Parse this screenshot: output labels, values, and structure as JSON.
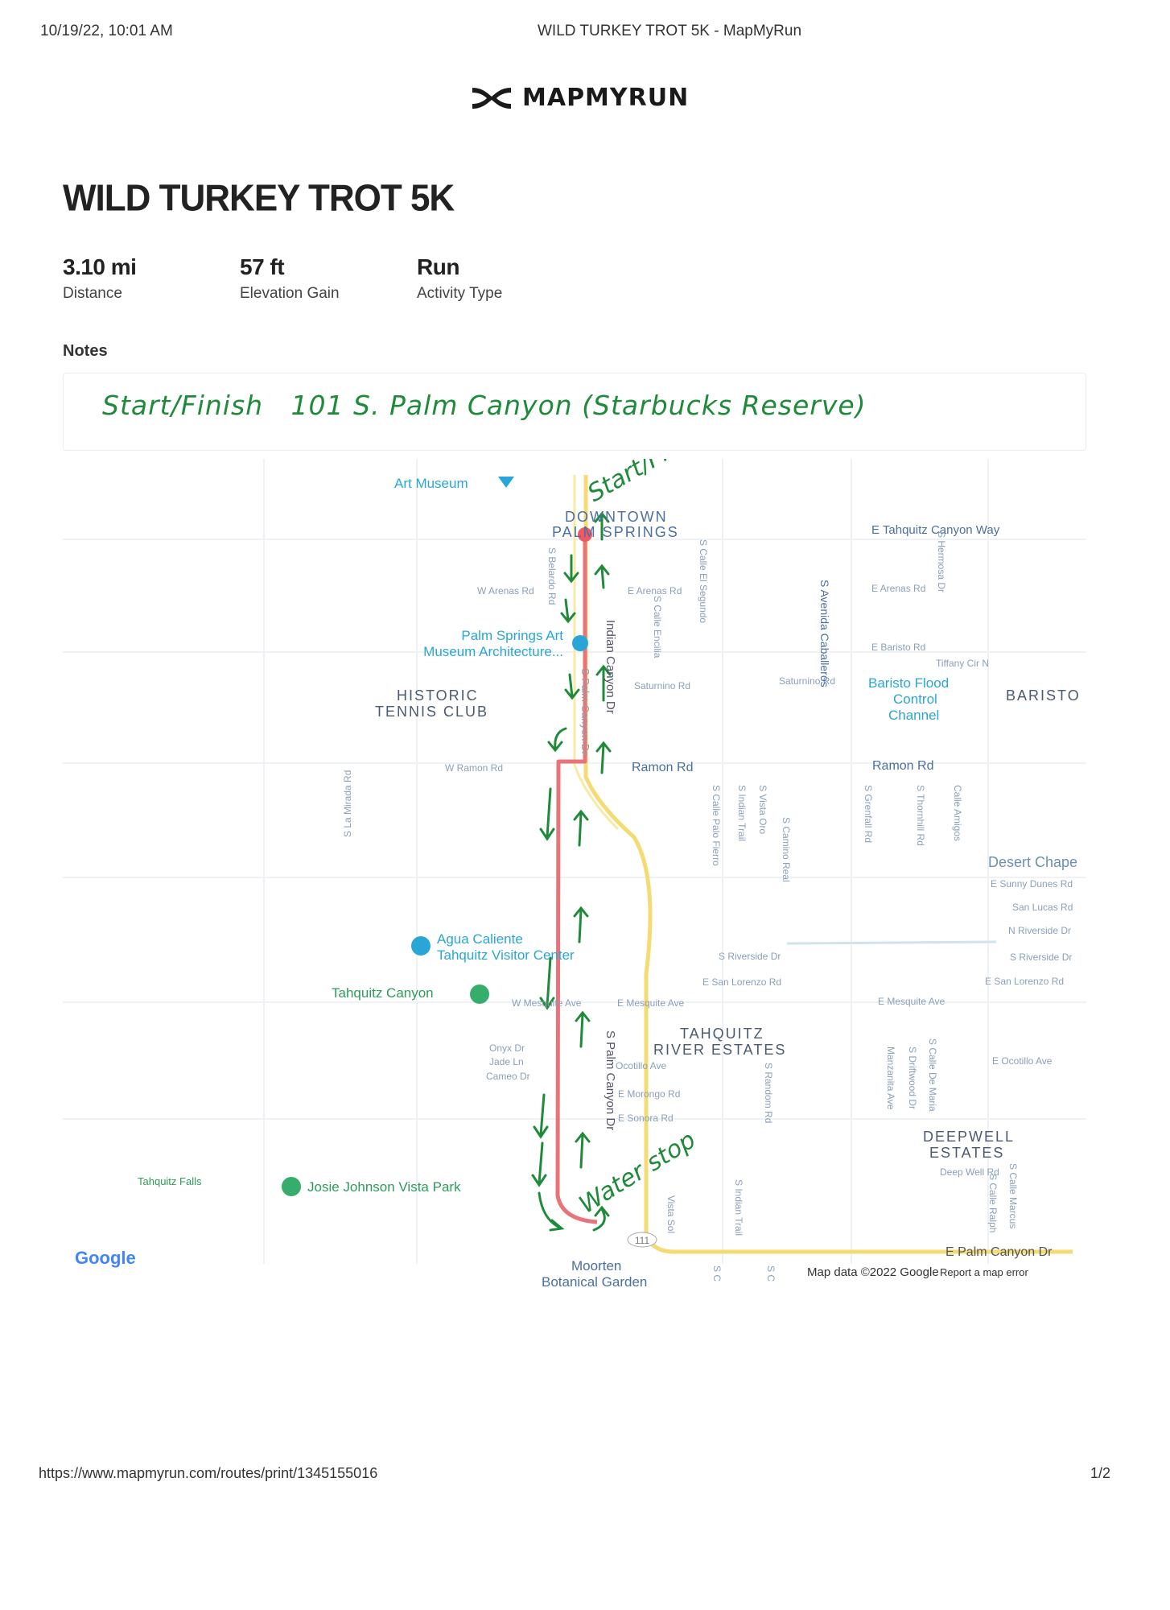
{
  "print_header": {
    "datetime": "10/19/22, 10:01 AM",
    "page_title": "WILD TURKEY TROT 5K - MapMyRun"
  },
  "brand": {
    "name": "MAPMYRUN",
    "logo_icon": "under-armour-logo-icon"
  },
  "route": {
    "title": "WILD TURKEY TROT 5K",
    "stats": [
      {
        "value": "3.10 mi",
        "label": "Distance"
      },
      {
        "value": "57 ft",
        "label": "Elevation Gain"
      },
      {
        "value": "Run",
        "label": "Activity Type"
      }
    ],
    "notes_label": "Notes",
    "handwritten_note": "Start/Finish   101 S. Palm Canyon (Starbucks Reserve)"
  },
  "map": {
    "annotations": {
      "start_finish": "Start/Finish",
      "water_stop": "Water stop"
    },
    "places": [
      {
        "id": "art-museum",
        "text": "Art Museum"
      },
      {
        "id": "downtown-1",
        "text": "DOWNTOWN"
      },
      {
        "id": "downtown-2",
        "text": "PALM SPRINGS"
      },
      {
        "id": "psam-1",
        "text": "Palm Springs Art"
      },
      {
        "id": "psam-2",
        "text": "Museum Architecture..."
      },
      {
        "id": "historic-1",
        "text": "HISTORIC"
      },
      {
        "id": "historic-2",
        "text": "TENNIS CLUB"
      },
      {
        "id": "baristo-flood-1",
        "text": "Baristo Flood"
      },
      {
        "id": "baristo-flood-2",
        "text": "Control"
      },
      {
        "id": "baristo-flood-3",
        "text": "Channel"
      },
      {
        "id": "baristo",
        "text": "BARISTO"
      },
      {
        "id": "desert-chapel",
        "text": "Desert Chape"
      },
      {
        "id": "agua-1",
        "text": "Agua Caliente"
      },
      {
        "id": "agua-2",
        "text": "Tahquitz Visitor Center"
      },
      {
        "id": "tahquitz-canyon",
        "text": "Tahquitz Canyon"
      },
      {
        "id": "tre-1",
        "text": "TAHQUITZ"
      },
      {
        "id": "tre-2",
        "text": "RIVER ESTATES"
      },
      {
        "id": "deepwell-1",
        "text": "DEEPWELL"
      },
      {
        "id": "deepwell-2",
        "text": "ESTATES"
      },
      {
        "id": "tahquitz-falls",
        "text": "Tahquitz Falls"
      },
      {
        "id": "josie",
        "text": "Josie Johnson Vista Park"
      },
      {
        "id": "moorten",
        "text": "Moorten"
      },
      {
        "id": "moorten-2",
        "text": "Botanical Garden"
      }
    ],
    "streets": [
      {
        "id": "e-tahquitz",
        "text": "E Tahquitz Canyon Way"
      },
      {
        "id": "w-arenas",
        "text": "W Arenas Rd"
      },
      {
        "id": "e-arenas",
        "text": "E Arenas Rd"
      },
      {
        "id": "e-arenas-2",
        "text": "E Arenas Rd"
      },
      {
        "id": "e-baristo",
        "text": "E Baristo Rd"
      },
      {
        "id": "tiffany",
        "text": "Tiffany Cir N"
      },
      {
        "id": "saturnino",
        "text": "Saturnino Rd"
      },
      {
        "id": "saturnino-2",
        "text": "Saturnino Rd"
      },
      {
        "id": "w-ramon",
        "text": "W Ramon Rd"
      },
      {
        "id": "ramon",
        "text": "Ramon Rd"
      },
      {
        "id": "ramon-2",
        "text": "Ramon Rd"
      },
      {
        "id": "sunny-dunes",
        "text": "E Sunny Dunes Rd"
      },
      {
        "id": "san-lucas",
        "text": "San Lucas Rd"
      },
      {
        "id": "n-riverside",
        "text": "N Riverside Dr"
      },
      {
        "id": "s-riverside",
        "text": "S Riverside Dr"
      },
      {
        "id": "s-riverside-2",
        "text": "S Riverside Dr"
      },
      {
        "id": "e-san-lorenzo",
        "text": "E San Lorenzo Rd"
      },
      {
        "id": "e-san-lorenzo-2",
        "text": "E San Lorenzo Rd"
      },
      {
        "id": "w-mesquite",
        "text": "W Mesquite Ave"
      },
      {
        "id": "e-mesquite",
        "text": "E Mesquite Ave"
      },
      {
        "id": "e-mesquite-2",
        "text": "E Mesquite Ave"
      },
      {
        "id": "onyx",
        "text": "Onyx Dr"
      },
      {
        "id": "jade",
        "text": "Jade Ln"
      },
      {
        "id": "cameo",
        "text": "Cameo Dr"
      },
      {
        "id": "ocotillo",
        "text": "Ocotillo Ave"
      },
      {
        "id": "e-ocotillo",
        "text": "E Ocotillo Ave"
      },
      {
        "id": "morongo",
        "text": "E Morongo Rd"
      },
      {
        "id": "sonora",
        "text": "E Sonora Rd"
      },
      {
        "id": "deep-well",
        "text": "Deep Well Rd"
      },
      {
        "id": "e-palm-canyon",
        "text": "E Palm Canyon Dr"
      },
      {
        "id": "hwy-111",
        "text": "111"
      }
    ],
    "vertical_streets": [
      {
        "id": "indian-canyon",
        "text": "Indian Canyon Dr"
      },
      {
        "id": "s-palm-canyon",
        "text": "S Palm Canyon Dr"
      },
      {
        "id": "s-palm-canyon-2",
        "text": "S Palm Canyon Dr"
      },
      {
        "id": "s-belardo",
        "text": "S Belardo Rd"
      },
      {
        "id": "s-calle-segundo",
        "text": "S Calle El Segundo"
      },
      {
        "id": "s-calle-encilia",
        "text": "S Calle Encilia"
      },
      {
        "id": "s-avenida-caballeros",
        "text": "S Avenida Caballeros"
      },
      {
        "id": "s-hermosa",
        "text": "S Hermosa Dr"
      },
      {
        "id": "s-la-mirada",
        "text": "S La Mirada Rd"
      },
      {
        "id": "s-calle-palo-fierro",
        "text": "S Calle Palo Fierro"
      },
      {
        "id": "s-indian-trail",
        "text": "S Indian Trail"
      },
      {
        "id": "s-vista-oro",
        "text": "S Vista Oro"
      },
      {
        "id": "s-camino-real",
        "text": "S Camino Real"
      },
      {
        "id": "s-grenfall",
        "text": "S Grenfall Rd"
      },
      {
        "id": "s-thornhill",
        "text": "S Thornhill Rd"
      },
      {
        "id": "calle-amigos",
        "text": "Calle Amigos"
      },
      {
        "id": "s-random",
        "text": "S Random Rd"
      },
      {
        "id": "manzanita",
        "text": "Manzanita Ave"
      },
      {
        "id": "s-driftwood",
        "text": "S Driftwood Dr"
      },
      {
        "id": "s-calle-de-maria",
        "text": "S Calle De Maria"
      },
      {
        "id": "vista-sol",
        "text": "Vista Sol"
      },
      {
        "id": "s-indian-trail-2",
        "text": "S Indian Trail"
      },
      {
        "id": "s-calle-ralph",
        "text": "S Calle Ralph"
      },
      {
        "id": "s-calle-marcus",
        "text": "S Calle Marcus"
      },
      {
        "id": "sc-1",
        "text": "S C"
      },
      {
        "id": "sc-2",
        "text": "S C"
      }
    ],
    "attribution": {
      "google": "Google",
      "map_data": "Map data ©2022 Google",
      "report": "Report a map error"
    },
    "colors": {
      "route": "#e8737a",
      "start_marker": "#ee5a64",
      "place_label": "#2aa6d6",
      "park": "#36ad6a",
      "street_label": "#8aa0b8",
      "highway": "#f7e07d",
      "hand_ink": "#1f8a3a"
    }
  },
  "print_footer": {
    "url": "https://www.mapmyrun.com/routes/print/1345155016",
    "page": "1/2"
  }
}
